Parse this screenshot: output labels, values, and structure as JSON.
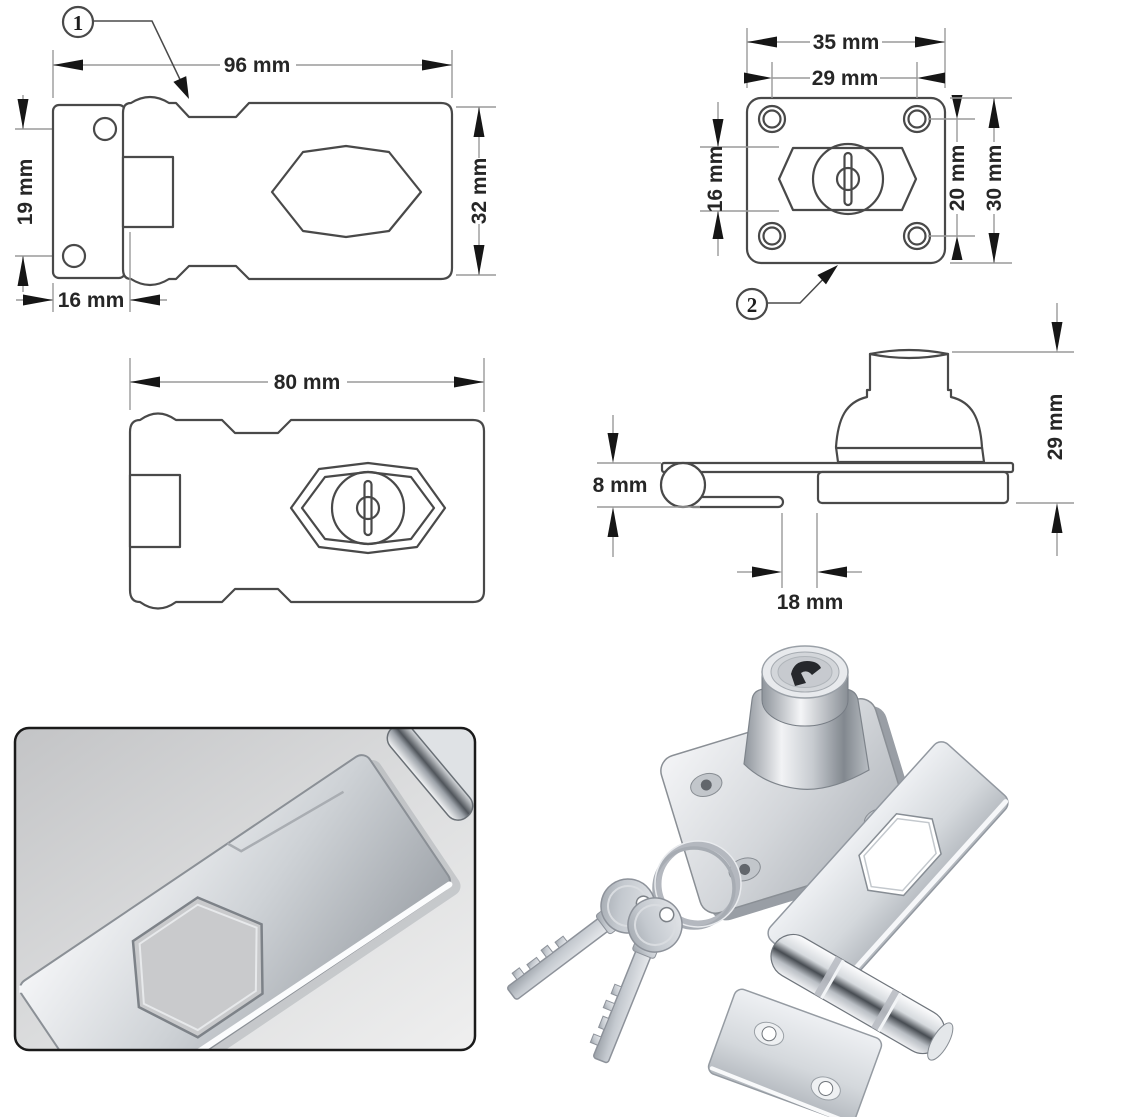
{
  "page": {
    "background": "#ffffff"
  },
  "colors": {
    "part_outline": "#494949",
    "dimension_line": "#9a9a9a",
    "arrowhead": "#161616",
    "dimension_text": "#262626",
    "inset_border": "#1a1a1a",
    "inset_background": "#d2d3d5",
    "chrome_light": "#f3f4f6",
    "chrome_mid": "#c6cad0",
    "chrome_dark": "#8e939a"
  },
  "drawings": {
    "hasp_front": {
      "callout_number": "1",
      "width": "96 mm",
      "height": "32 mm",
      "hole_spacing": "19 mm",
      "mount_plate_width": "16 mm"
    },
    "lock_front": {
      "callout_number": "2",
      "plate_width": "35 mm",
      "hole_span": "29 mm",
      "housing_height": "16 mm",
      "hole_spacing": "20 mm",
      "plate_height": "30 mm"
    },
    "hasp_closed": {
      "width": "80 mm"
    },
    "assembly_side": {
      "knuckle_diameter": "8 mm",
      "overall_height": "29 mm",
      "hinge_to_lock_gap": "18 mm"
    }
  }
}
